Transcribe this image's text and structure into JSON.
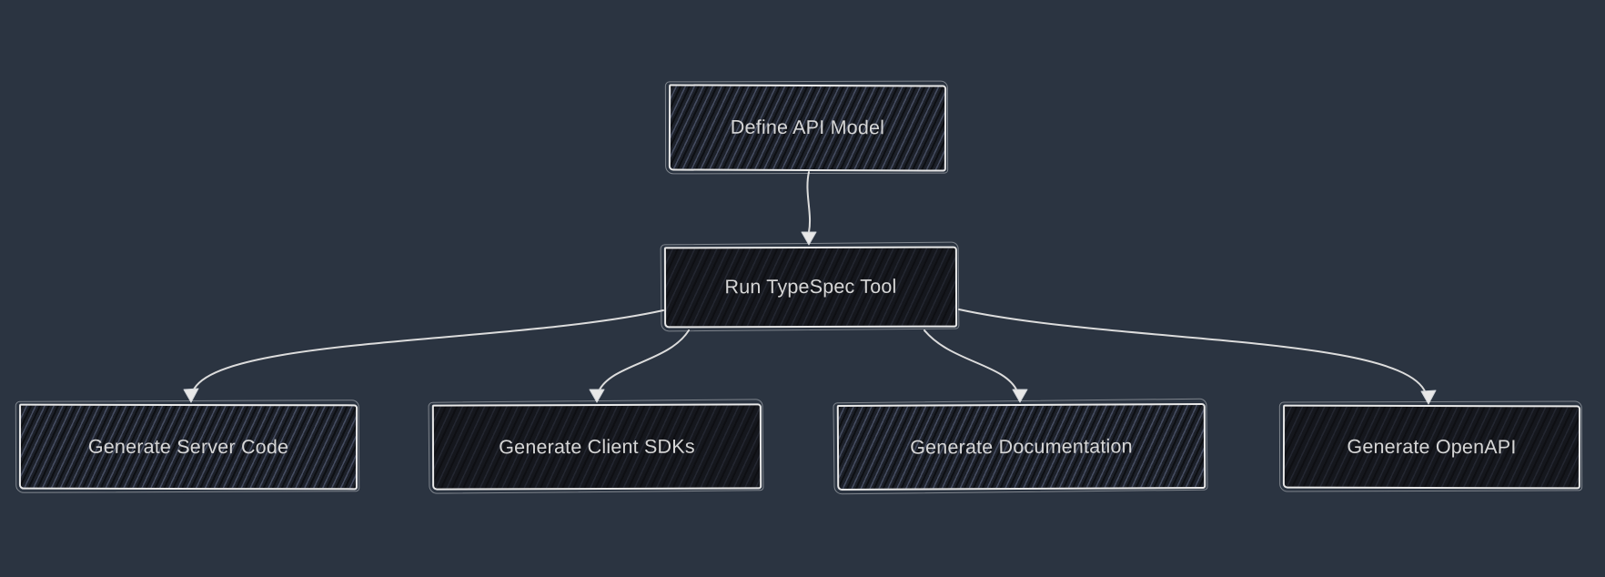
{
  "diagram": {
    "title": "TypeSpec flowchart",
    "theme": {
      "background": "#2b3441",
      "node_fill": "#171a21",
      "node_border": "#e8e8e8",
      "text_color": "#d6d6d6",
      "edge_color": "#dcdcdc"
    },
    "nodes": {
      "define_api_model": {
        "label": "Define API Model"
      },
      "run_typespec_tool": {
        "label": "Run TypeSpec Tool"
      },
      "generate_server_code": {
        "label": "Generate Server Code"
      },
      "generate_client_sdks": {
        "label": "Generate Client SDKs"
      },
      "generate_documentation": {
        "label": "Generate Documentation"
      },
      "generate_openapi": {
        "label": "Generate OpenAPI"
      }
    },
    "edges": [
      {
        "from": "define_api_model",
        "to": "run_typespec_tool"
      },
      {
        "from": "run_typespec_tool",
        "to": "generate_server_code"
      },
      {
        "from": "run_typespec_tool",
        "to": "generate_client_sdks"
      },
      {
        "from": "run_typespec_tool",
        "to": "generate_documentation"
      },
      {
        "from": "run_typespec_tool",
        "to": "generate_openapi"
      }
    ]
  }
}
